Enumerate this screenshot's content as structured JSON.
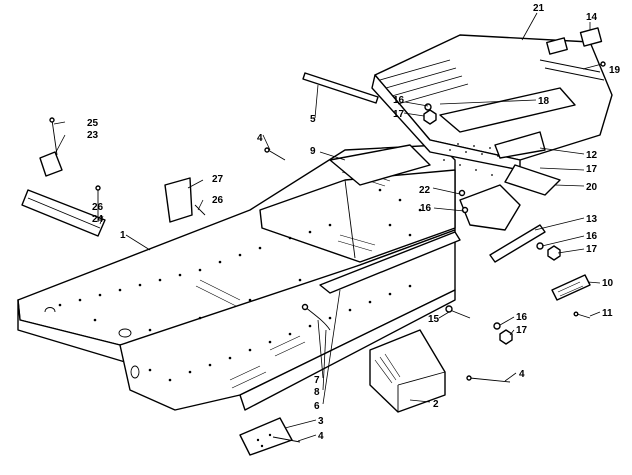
{
  "callouts": [
    {
      "id": "c21",
      "label": "21"
    },
    {
      "id": "c14",
      "label": "14"
    },
    {
      "id": "c19",
      "label": "19"
    },
    {
      "id": "c5",
      "label": "5"
    },
    {
      "id": "c16a",
      "label": "16"
    },
    {
      "id": "c18",
      "label": "18"
    },
    {
      "id": "c17a",
      "label": "17"
    },
    {
      "id": "c25",
      "label": "25"
    },
    {
      "id": "c23",
      "label": "23"
    },
    {
      "id": "c4a",
      "label": "4"
    },
    {
      "id": "c9",
      "label": "9"
    },
    {
      "id": "c12",
      "label": "12"
    },
    {
      "id": "c17b",
      "label": "17"
    },
    {
      "id": "c20",
      "label": "20"
    },
    {
      "id": "c27",
      "label": "27"
    },
    {
      "id": "c22",
      "label": "22"
    },
    {
      "id": "c26a",
      "label": "26"
    },
    {
      "id": "c26b",
      "label": "26"
    },
    {
      "id": "c16b",
      "label": "16"
    },
    {
      "id": "c24",
      "label": "24"
    },
    {
      "id": "c1",
      "label": "1"
    },
    {
      "id": "c13",
      "label": "13"
    },
    {
      "id": "c16c",
      "label": "16"
    },
    {
      "id": "c17c",
      "label": "17"
    },
    {
      "id": "c10",
      "label": "10"
    },
    {
      "id": "c11",
      "label": "11"
    },
    {
      "id": "c15",
      "label": "15"
    },
    {
      "id": "c16d",
      "label": "16"
    },
    {
      "id": "c17d",
      "label": "17"
    },
    {
      "id": "c7",
      "label": "7"
    },
    {
      "id": "c8",
      "label": "8"
    },
    {
      "id": "c6",
      "label": "6"
    },
    {
      "id": "c4b",
      "label": "4"
    },
    {
      "id": "c2",
      "label": "2"
    },
    {
      "id": "c3",
      "label": "3"
    },
    {
      "id": "c4c",
      "label": "4"
    }
  ]
}
